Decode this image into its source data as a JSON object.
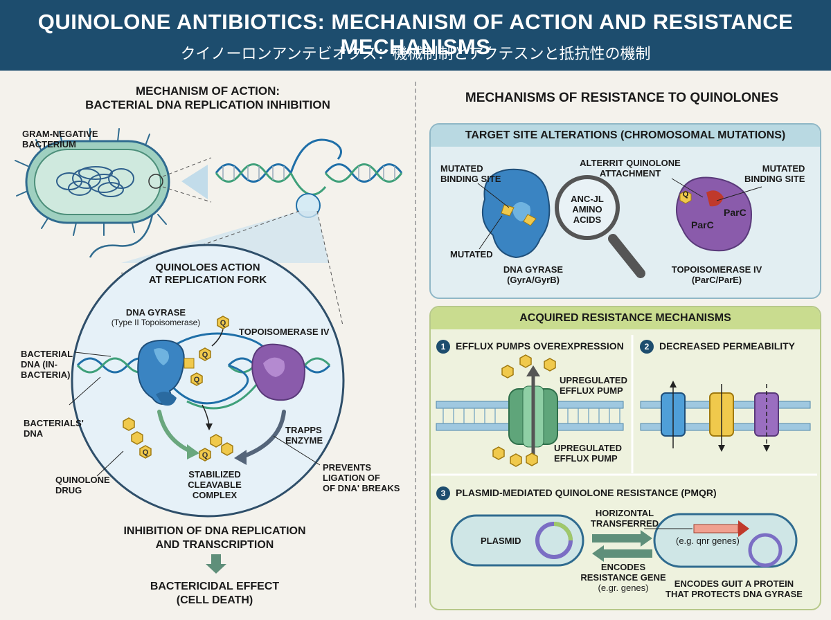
{
  "header": {
    "title": "QUINOLONE ANTIBIOTICS: MECHANISM OF ACTION AND RESISTANCE MECHANISMS",
    "subtitle": "クイノーロンアンテビオクス：機械制制とアクテスンと抵抗性の機制"
  },
  "left": {
    "title_line1": "MECHANISM OF ACTION:",
    "title_line2": "BACTERIAL DNA REPLICATION INHIBITION",
    "gram_negative_line1": "GRAM-NEGATIVE",
    "gram_negative_line2": "BACTERIUM",
    "fork_title_line1": "QUINOLOES ACTION",
    "fork_title_line2": "AT REPLICATION FORK",
    "dna_gyrase": "DNA GYRASE",
    "dna_gyrase_type": "(Type II Topoisomerase)",
    "topoisomerase_iv": "TOPOISOMERASE IV",
    "bacterial_dna_line1": "BACTERIAL",
    "bacterial_dna_line2": "DNA (IN-",
    "bacterial_dna_line3": "BACTERIA)",
    "bacterials_dna_line1": "BACTERIALS'",
    "bacterials_dna_line2": "DNA",
    "quinolone_drug_line1": "QUINOLONE",
    "quinolone_drug_line2": "DRUG",
    "trapps_line1": "TRAPPS",
    "trapps_line2": "ENZYME",
    "stabilized_line1": "STABILIZED",
    "stabilized_line2": "CLEAVABLE",
    "stabilized_line3": "COMPLEX",
    "prevents_line1": "PREVENTS",
    "prevents_line2": "LIGATION OF",
    "prevents_line3": "OF DNA' BREAKS",
    "inhibition_line1": "INHIBITION OF DNA REPLICATION",
    "inhibition_line2": "AND TRANSCRIPTION",
    "bactericidal_line1": "BACTERICIDAL EFFECT",
    "bactericidal_line2": "(CELL DEATH)",
    "q_symbol": "Q"
  },
  "right": {
    "title": "MECHANISMS OF RESISTANCE TO QUINOLONES",
    "target": {
      "header": "TARGET SITE ALTERATIONS (CHROMOSOMAL MUTATIONS)",
      "mutated_binding_left_line1": "MUTATED",
      "mutated_binding_left_line2": "BINDING SITE",
      "altered_line1": "ALTERRIT QUINOLONE",
      "altered_line2": "ATTACHMENT",
      "mutated_binding_right_line1": "MUTATED",
      "mutated_binding_right_line2": "BINDING SITE",
      "lens_line1": "ANC-JL",
      "lens_line2": "AMINO",
      "lens_line3": "ACIDS",
      "mutated": "MUTATED",
      "gyrase_line1": "DNA GYRASE",
      "gyrase_line2": "(GyrA/GyrB)",
      "parc": "ParC",
      "topo_line1": "TOPOISOMERASE IV",
      "topo_line2": "(ParC/ParE)"
    },
    "acquired": {
      "header": "ACQUIRED RESISTANCE MECHANISMS",
      "efflux_num": "1",
      "efflux_title": "EFFLUX PUMPS OVEREXPRESSION",
      "upregulated_top_line1": "UPREGULATED",
      "upregulated_top_line2": "EFFLUX PUMP",
      "upregulated_bottom_line1": "UPREGULATED",
      "upregulated_bottom_line2": "EFFLUX PUMP",
      "perm_num": "2",
      "perm_title": "DECREASED PERMEABILITY",
      "pmqr_num": "3",
      "pmqr_title": "PLASMID-MEDIATED QUINOLONE RESISTANCE (PMQR)",
      "plasmid": "PLASMID",
      "horizontal_line1": "HORIZONTAL",
      "horizontal_line2": "TRANSFERRED",
      "qnr": "(e.g. qnr genes)",
      "encodes_line1": "ENCODES",
      "encodes_line2": "RESISTANCE GENE",
      "encodes_line3": "(e.gr. genes)",
      "protect_line1": "ENCODES GUIT A PROTEIN",
      "protect_line2": "THAT PROTECTS DNA GYRASE"
    }
  },
  "colors": {
    "header_bg": "#1d4d6e",
    "target_bg": "#e2eef2",
    "target_head": "#b9d9e2",
    "acquired_bg": "#eef2de",
    "acquired_head": "#c9dc8f",
    "gyrase_blue": "#3a84c2",
    "topo_purple": "#8a5bab",
    "quinolone_yellow": "#f0c94c",
    "pump_green": "#5fa57a"
  }
}
